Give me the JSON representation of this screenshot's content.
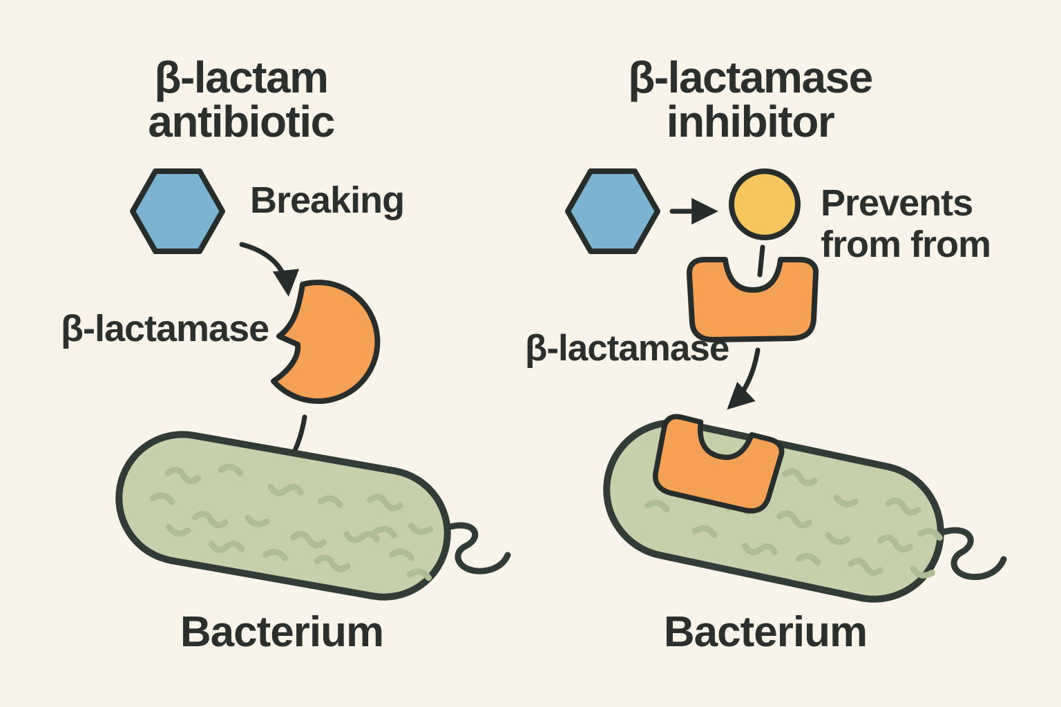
{
  "colors": {
    "background": "#f8f4ea",
    "ink": "#2b302d",
    "outline": "#272d2a",
    "blue": "#7cb3d0",
    "orange": "#f4a156",
    "yellow": "#f7c65c",
    "green": "#c6d0aa",
    "green_detail": "#aebd94",
    "bacterium_outline": "#313c37"
  },
  "icons": {
    "antibiotic": "hexagon-icon",
    "inhibitor": "circle-icon",
    "enzyme_active": "bitten-crescent-icon",
    "enzyme_blocked": "notched-block-icon",
    "bacterium": "capsule-with-flagellum-icon",
    "arrows": "curved-arrow-icon"
  },
  "left_panel": {
    "title_line1": "β-lactam",
    "title_line2": "antibiotic",
    "action_label": "Breaking",
    "enzyme_label": "β-lactamase",
    "bacterium_label": "Bacterium"
  },
  "right_panel": {
    "title_line1": "β-lactamase",
    "title_line2": "inhibitor",
    "action_label_line1": "Prevents",
    "action_label_line2": "from from",
    "enzyme_label": "β-lactamase",
    "bacterium_label": "Bacterium"
  }
}
